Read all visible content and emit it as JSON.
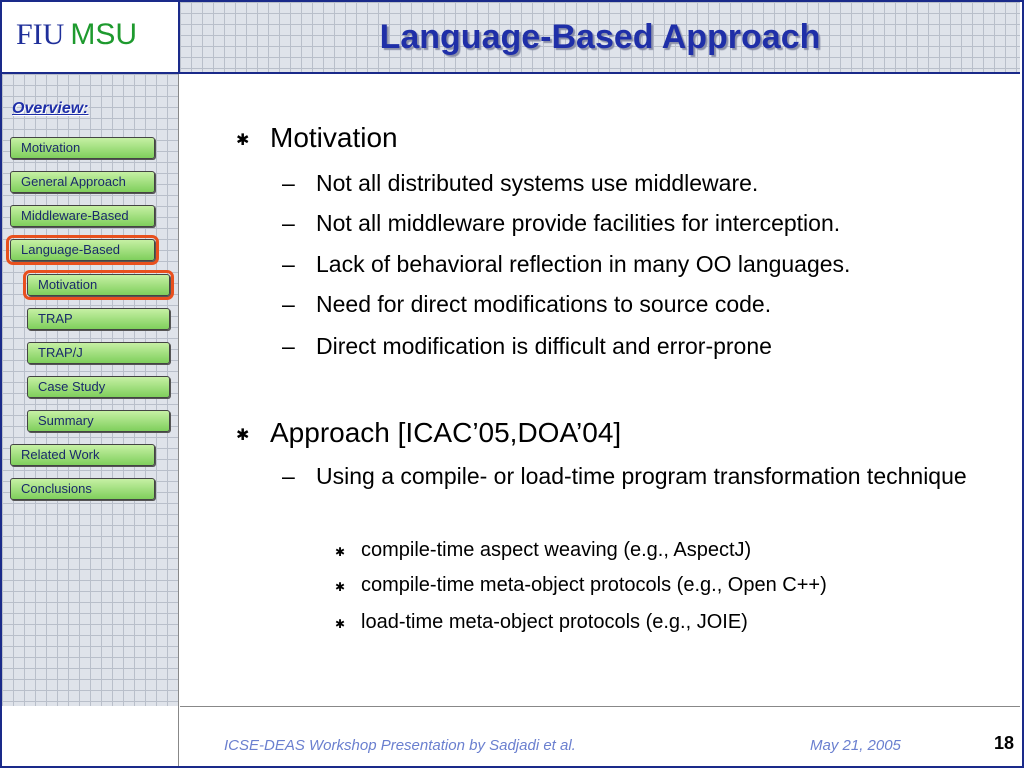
{
  "logo": {
    "fiu": "FIU",
    "msu": "MSU"
  },
  "slide": {
    "title": "Language-Based Approach"
  },
  "sidebar": {
    "heading": "Overview:",
    "items": [
      {
        "label": "Motivation"
      },
      {
        "label": "General Approach"
      },
      {
        "label": "Middleware-Based"
      },
      {
        "label": "Language-Based"
      },
      {
        "label": "Motivation"
      },
      {
        "label": "TRAP"
      },
      {
        "label": "TRAP/J"
      },
      {
        "label": "Case Study"
      },
      {
        "label": "Summary"
      },
      {
        "label": "Related Work"
      },
      {
        "label": "Conclusions"
      }
    ]
  },
  "content": {
    "motivation": {
      "title": "Motivation",
      "points": [
        "Not all distributed systems use middleware.",
        "Not all middleware provide facilities for interception.",
        "Lack of behavioral reflection in many OO languages.",
        "Need for direct modifications to source code.",
        "Direct modification is difficult and error-prone"
      ]
    },
    "approach": {
      "title": "Approach [ICAC’05,DOA’04]",
      "point": "Using a compile- or load-time program transformation technique",
      "subpoints": [
        "compile-time aspect weaving (e.g., AspectJ)",
        "compile-time meta-object protocols (e.g., Open C++)",
        "load-time meta-object protocols (e.g., JOIE)"
      ]
    }
  },
  "footer": {
    "presentation": "ICSE-DEAS Workshop Presentation by Sadjadi et al.",
    "date": "May 21, 2005",
    "page": "18"
  },
  "icons": {
    "bullet": "asterisk-bullet-icon",
    "sub_bullet": "dash-bullet"
  },
  "colors": {
    "title": "#1f2fa8",
    "nav_fill": "#7fcf5c",
    "active_outline": "#e8501e",
    "frame": "#1a2a8a"
  }
}
